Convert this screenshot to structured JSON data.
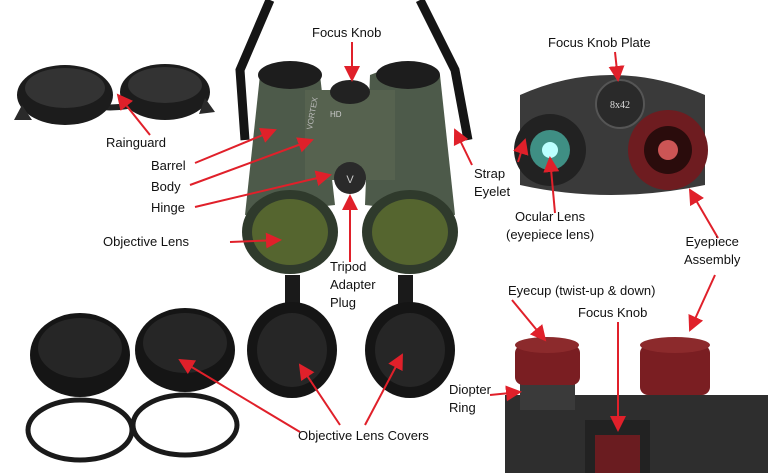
{
  "labels": {
    "focus_knob_top": "Focus Knob",
    "focus_knob_plate": "Focus Knob Plate",
    "rainguard": "Rainguard",
    "barrel": "Barrel",
    "body": "Body",
    "hinge": "Hinge",
    "strap_eyelet": [
      "Strap",
      "Eyelet"
    ],
    "objective_lens": "Objective Lens",
    "tripod_adapter_plug": [
      "Tripod",
      "Adapter",
      "Plug"
    ],
    "ocular_lens": [
      "Ocular Lens",
      "(eyepiece lens)"
    ],
    "eyepiece_assembly": [
      "Eyepiece",
      "Assembly"
    ],
    "eyecup": "Eyecup (twist-up & down)",
    "focus_knob_bottom": "Focus Knob",
    "diopter_ring": [
      "Diopter",
      "Ring"
    ],
    "objective_lens_covers": "Objective Lens Covers"
  },
  "picture_text": {
    "brand": "VORTEX",
    "model": "HD",
    "magnification": "8x42"
  },
  "colors": {
    "arrow": "#e0202a",
    "binocular_body": "#4d5a4a",
    "eyecup": "#7a1e22"
  }
}
